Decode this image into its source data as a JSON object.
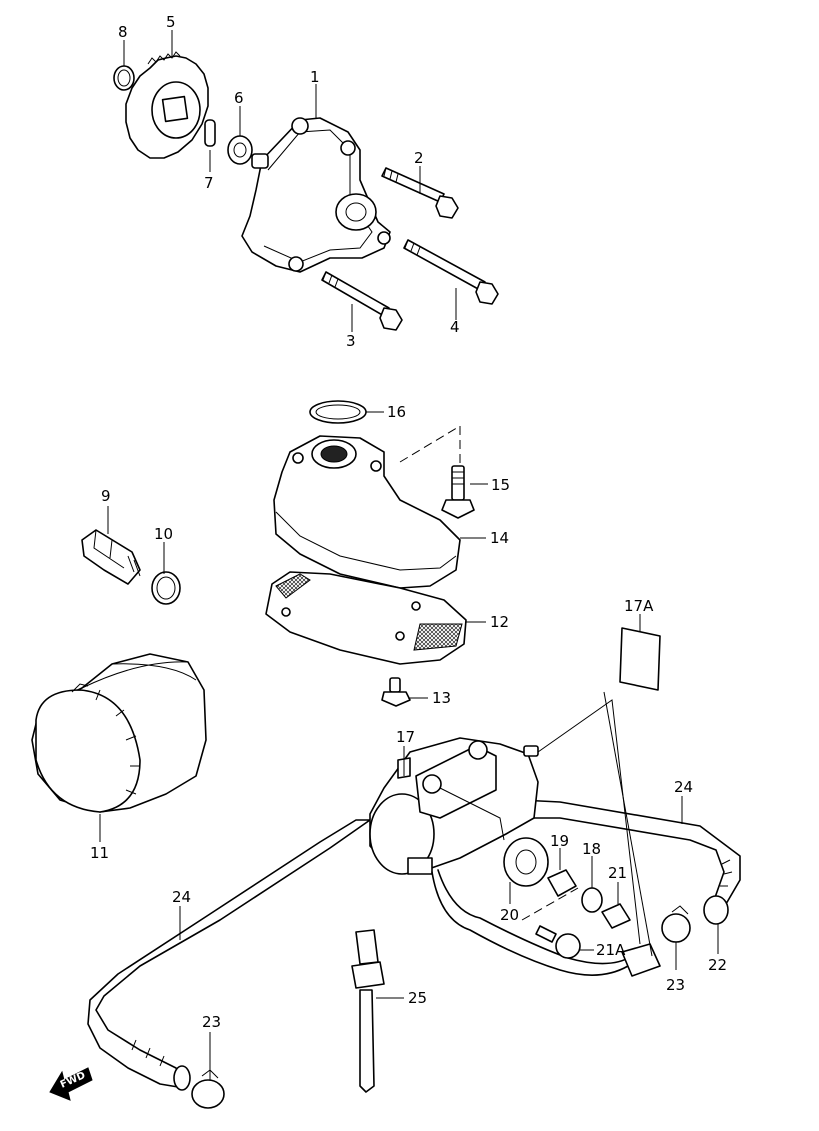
{
  "callouts": {
    "c1": "1",
    "c2": "2",
    "c3": "3",
    "c4": "4",
    "c5": "5",
    "c6": "6",
    "c7": "7",
    "c8": "8",
    "c9": "9",
    "c10": "10",
    "c11": "11",
    "c12": "12",
    "c13": "13",
    "c14": "14",
    "c15": "15",
    "c16": "16",
    "c17": "17",
    "c17A": "17A",
    "c18": "18",
    "c19": "19",
    "c20": "20",
    "c21": "21",
    "c21A": "21A",
    "c22": "22",
    "c23a": "23",
    "c23b": "23",
    "c24a": "24",
    "c24b": "24",
    "c25": "25"
  },
  "fwd_arrow": {
    "label": "FWD"
  }
}
